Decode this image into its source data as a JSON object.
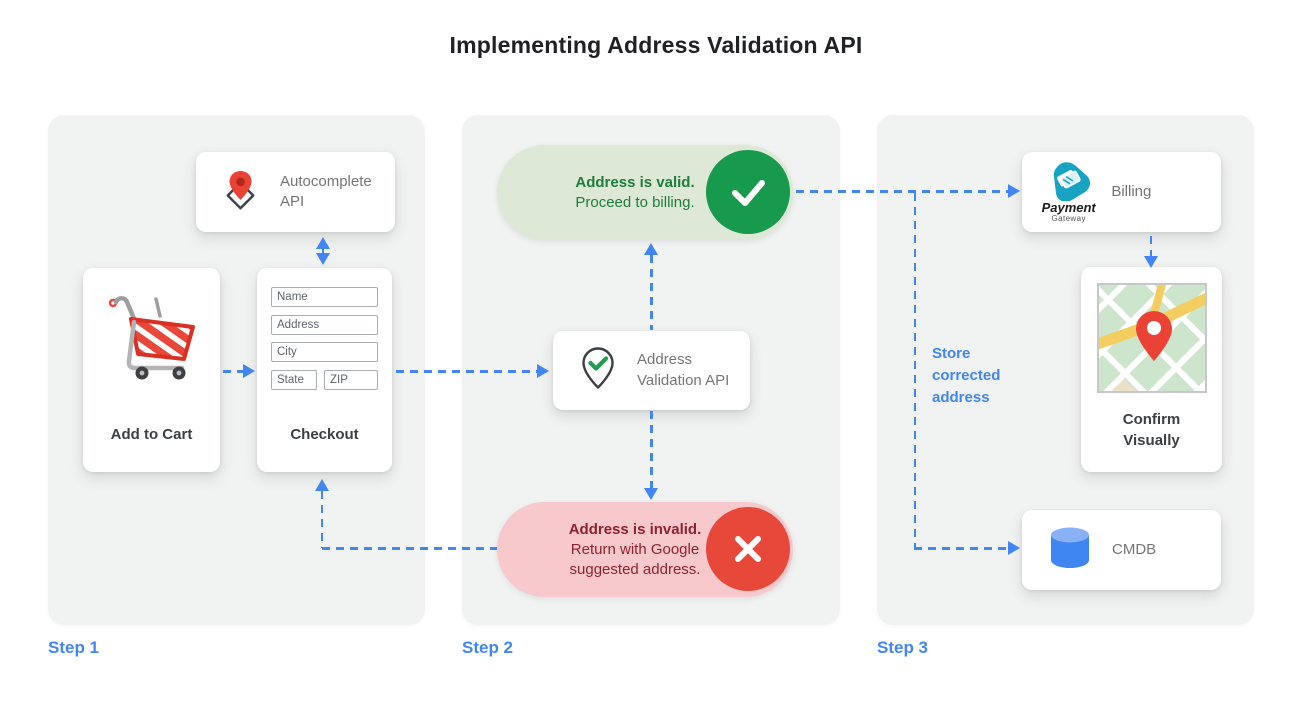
{
  "title": "Implementing Address Validation API",
  "colors": {
    "arrow_blue": "#4285f4",
    "panel_gray": "#f1f2f2",
    "valid_green_bg": "#dde9d6",
    "valid_green_text": "#1e7d3a",
    "valid_green_circle": "#17994e",
    "invalid_red_bg": "#f7c8cc",
    "invalid_red_text": "#8e232e",
    "invalid_red_circle": "#e8483a",
    "pin_red": "#ea4335",
    "gateway_teal": "#17a4c3",
    "db_blue": "#3f86f2"
  },
  "step1": {
    "label": "Step 1",
    "autocomplete_api": {
      "label": "Autocomplete API",
      "icon": "map-pin-diamond-icon"
    },
    "add_to_cart": {
      "label": "Add to Cart",
      "icon": "shopping-cart-icon"
    },
    "checkout": {
      "label": "Checkout",
      "fields": [
        "Name",
        "Address",
        "City",
        "State",
        "ZIP"
      ]
    }
  },
  "step2": {
    "label": "Step 2",
    "validation_api": {
      "label": "Address Validation API",
      "icon": "pin-check-icon"
    },
    "valid_result": {
      "title": "Address is valid.",
      "subtitle": "Proceed to billing.",
      "icon": "check-circle-icon"
    },
    "invalid_result": {
      "title": "Address is invalid.",
      "subtitle": "Return with Google suggested address.",
      "icon": "x-circle-icon"
    }
  },
  "step3": {
    "label": "Step 3",
    "billing": {
      "label": "Billing",
      "logo_title": "Payment",
      "logo_subtitle": "Gateway",
      "icon": "payment-gateway-logo"
    },
    "confirm_visually": {
      "label": "Confirm Visually",
      "icon": "map-thumbnail"
    },
    "cmdb": {
      "label": "CMDB",
      "icon": "database-icon"
    },
    "store_note": "Store corrected address"
  }
}
